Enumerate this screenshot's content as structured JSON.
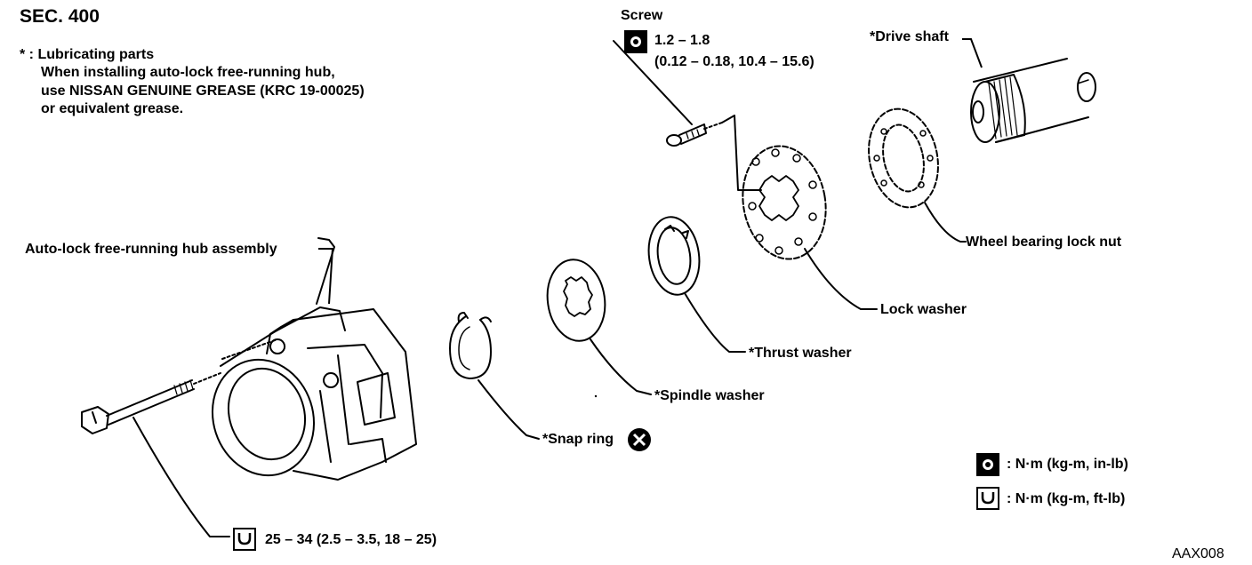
{
  "header": {
    "section": "SEC. 400",
    "note_lines": [
      "* : Lubricating parts",
      "When installing auto-lock free-running hub,",
      "use NISSAN GENUINE GREASE (KRC 19-00025)",
      "or equivalent grease."
    ]
  },
  "parts": {
    "screw": "Screw",
    "screw_torque_1": "1.2 – 1.8",
    "screw_torque_2": "(0.12 – 0.18, 10.4 – 15.6)",
    "drive_shaft": "*Drive shaft",
    "wheel_bearing_lock_nut": "Wheel bearing lock nut",
    "lock_washer": "Lock washer",
    "thrust_washer": "*Thrust washer",
    "spindle_washer": "*Spindle washer",
    "snap_ring": "*Snap ring",
    "hub_assembly": "Auto-lock free-running hub assembly",
    "bolt_torque": "25 – 34 (2.5 – 3.5, 18 – 25)"
  },
  "legend": {
    "torque_in_lb": ": N·m (kg-m, in-lb)",
    "torque_ft_lb": ": N·m (kg-m, ft-lb)"
  },
  "figure_code": "AAX008",
  "icons": {
    "screw_torque": "torque-wrench-solid-icon",
    "bolt_torque": "torque-wrench-outline-icon",
    "snap_ring_replace": "do-not-reuse-icon"
  }
}
